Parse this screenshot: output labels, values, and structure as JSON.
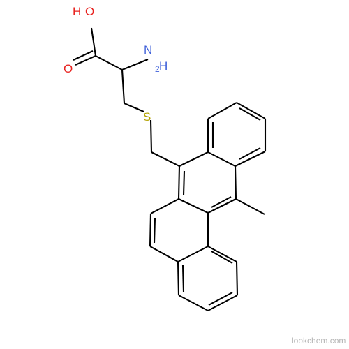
{
  "molecule": {
    "atoms": {
      "O_hydroxyl": {
        "symbol": "O",
        "hcount": "H",
        "color": "#e8211e"
      },
      "O_carbonyl": {
        "symbol": "O",
        "color": "#e8211e"
      },
      "N_amino": {
        "symbol": "N",
        "hcount": "H",
        "sub": "2",
        "color": "#3d5fd9"
      },
      "S_thioether": {
        "symbol": "S",
        "color": "#b3a200"
      }
    },
    "bond_color": "#000000"
  },
  "watermark": "lookchem.com"
}
